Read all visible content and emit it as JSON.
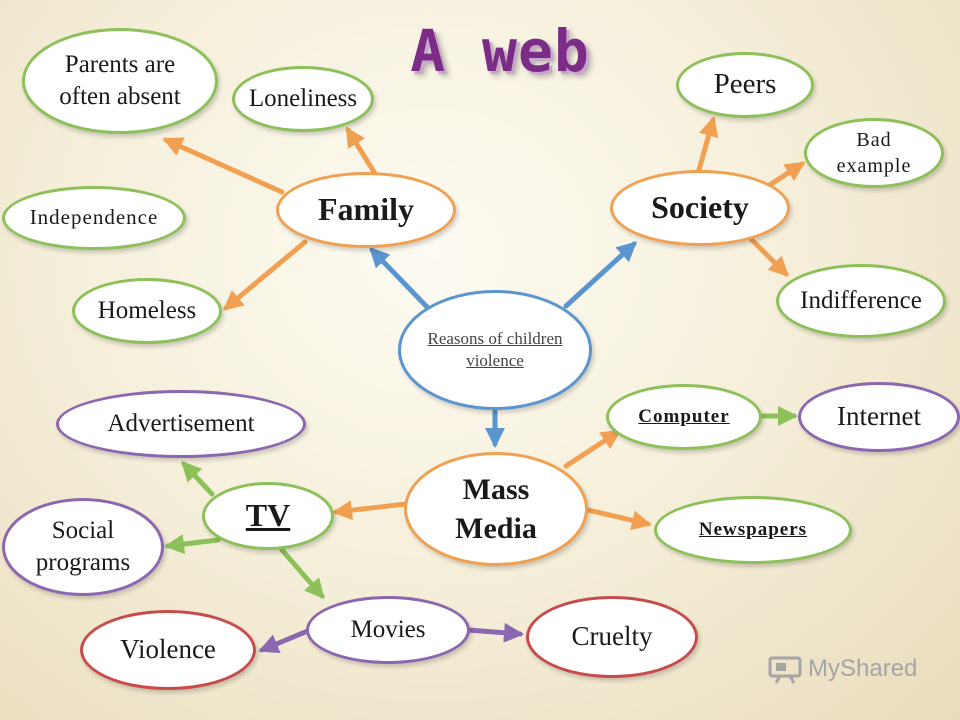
{
  "title": "A web",
  "center": {
    "line1": "Reasons of children",
    "line2": "violence"
  },
  "family": {
    "label": "Family",
    "children": {
      "parents": {
        "line1": "Parents are",
        "line2": "often absent"
      },
      "loneliness": "Loneliness",
      "independence": "Independence",
      "homeless": "Homeless"
    }
  },
  "society": {
    "label": "Society",
    "children": {
      "peers": "Peers",
      "bad_example": {
        "line1": "Bad",
        "line2": "example"
      },
      "indifference": "Indifference"
    }
  },
  "mass_media": {
    "line1": "Mass",
    "line2": "Media",
    "children": {
      "computer": "Computer",
      "internet": "Internet",
      "newspapers": "Newspapers"
    }
  },
  "tv": {
    "label": "TV",
    "children": {
      "advertisement": "Advertisement",
      "social_programs": {
        "line1": "Social",
        "line2": "programs"
      }
    }
  },
  "movies": {
    "label": "Movies",
    "children": {
      "violence": "Violence",
      "cruelty": "Cruelty"
    }
  },
  "logo": {
    "text": "MyShared",
    "icon": "projector-icon"
  },
  "colors": {
    "orange": "#f0a050",
    "blue": "#5b95cf",
    "green": "#8cc15a",
    "purple": "#8b67b0",
    "red": "#c84b4b",
    "title": "#7a2c86"
  }
}
